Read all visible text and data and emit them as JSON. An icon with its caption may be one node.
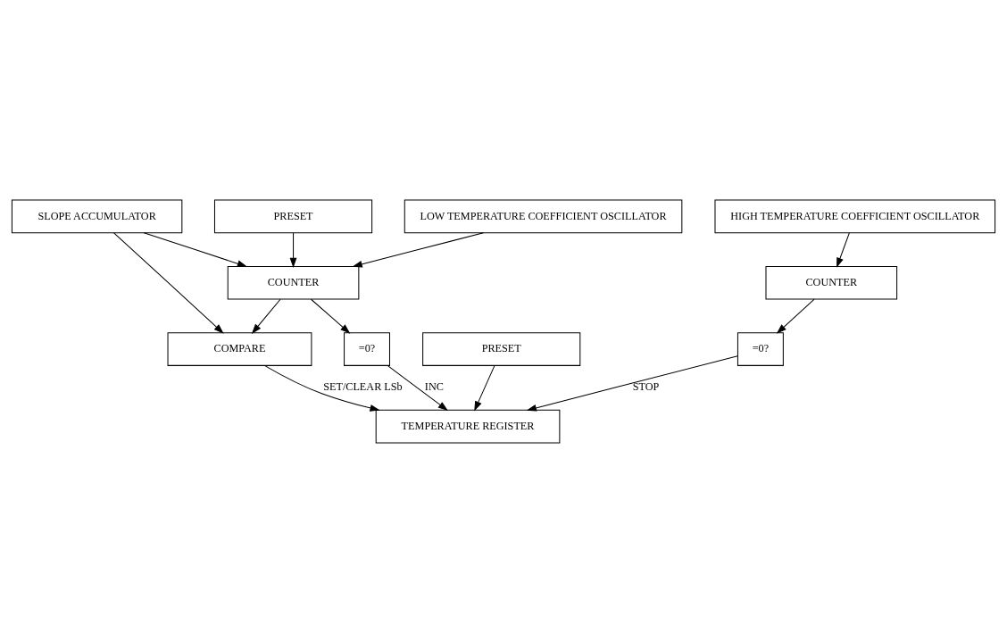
{
  "diagram": {
    "nodes": [
      {
        "text": [
          "SLOPE ACCUMULATOR"
        ]
      },
      {
        "text": [
          "PRESET"
        ]
      },
      {
        "text": [
          "COMPARE"
        ]
      },
      {
        "text": [
          "LOW TEMPERATURE COEFFICIENT OSCILLATOR"
        ]
      },
      {
        "text": [
          "COUNTER"
        ]
      },
      {
        "text": [
          "PRESET"
        ]
      },
      {
        "text": [
          "=0?"
        ]
      },
      {
        "text": [
          "TEMPERATURE REGISTER"
        ]
      },
      {
        "text": [
          "HIGH TEMPERATURE COEFFICIENT OSCILLATOR"
        ]
      },
      {
        "text": [
          "COUNTER"
        ]
      },
      {
        "text": [
          "=0?"
        ]
      }
    ],
    "edges": [
      {
        "from": 0,
        "to": 4,
        "arrow": "to"
      },
      {
        "from": 0,
        "to": 2,
        "arrow": "to"
      },
      {
        "from": 1,
        "to": 4,
        "arrow": "to"
      },
      {
        "from": 4,
        "to": 2,
        "arrow": "to"
      },
      {
        "from": 3,
        "to": 4,
        "arrow": "to"
      },
      {
        "from": 2,
        "to": 7,
        "arrow": "to",
        "label": "SET/CLEAR LSb"
      },
      {
        "from": 5,
        "to": 7,
        "arrow": "to"
      },
      {
        "from": 4,
        "to": 6,
        "arrow": "to"
      },
      {
        "from": 6,
        "to": 7,
        "arrow": "to",
        "label": "INC"
      },
      {
        "from": 8,
        "to": 9,
        "arrow": "to"
      },
      {
        "from": 9,
        "to": 10,
        "arrow": "to"
      },
      {
        "from": 10,
        "to": 7,
        "arrow": "to",
        "label": "STOP"
      }
    ]
  }
}
